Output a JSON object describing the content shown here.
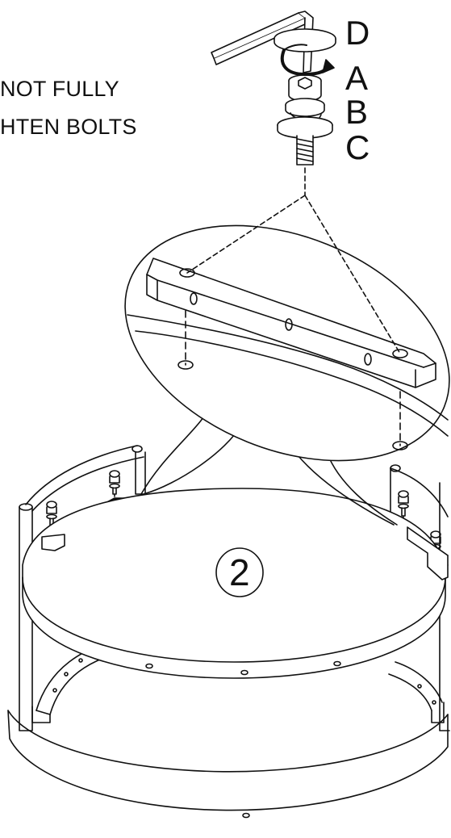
{
  "instruction": {
    "line1": "NOT FULLY",
    "line2": "HTEN BOLTS"
  },
  "hardware_labels": {
    "d": "D",
    "a": "A",
    "b": "B",
    "c": "C"
  },
  "step_number": "2",
  "icons": {
    "allen_key": "allen-key-icon",
    "rotation": "clockwise-rotation-arrow-icon",
    "bolt_stack": "bolt-washer-stack-icon"
  }
}
